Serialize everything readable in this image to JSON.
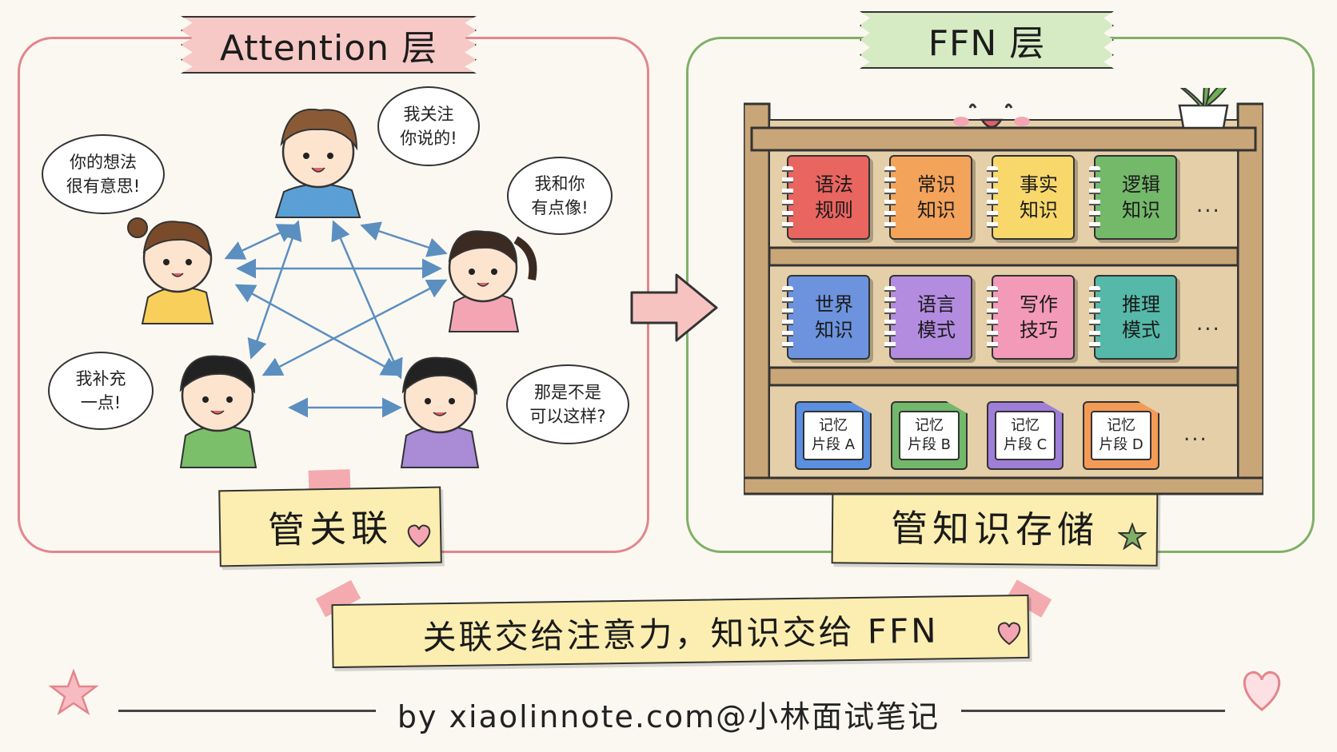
{
  "attention": {
    "title": "Attention 层",
    "label": "管关联",
    "bubbles": [
      "你的想法\n很有意思!",
      "我关注\n你说的!",
      "我和你\n有点像!",
      "我补充\n一点!",
      "那是不是\n可以这样?"
    ]
  },
  "ffn": {
    "title": "FFN 层",
    "label": "管知识存储",
    "books_row1": [
      "语法\n规则",
      "常识\n知识",
      "事实\n知识",
      "逻辑\n知识"
    ],
    "books_row2": [
      "世界\n知识",
      "语言\n模式",
      "写作\n技巧",
      "推理\n模式"
    ],
    "memory_cards": [
      "记忆\n片段 A",
      "记忆\n片段 B",
      "记忆\n片段 C",
      "记忆\n片段 D"
    ],
    "ellipsis": "..."
  },
  "summary": "关联交给注意力，知识交给 FFN",
  "credit": "by xiaolinnote.com@小林面试笔记",
  "colors": {
    "attention_border": "#e4858b",
    "ffn_border": "#7fb067",
    "arrow": "#5b8fc0",
    "sticky": "#fbeeb0",
    "shelf": "#c9a678"
  }
}
